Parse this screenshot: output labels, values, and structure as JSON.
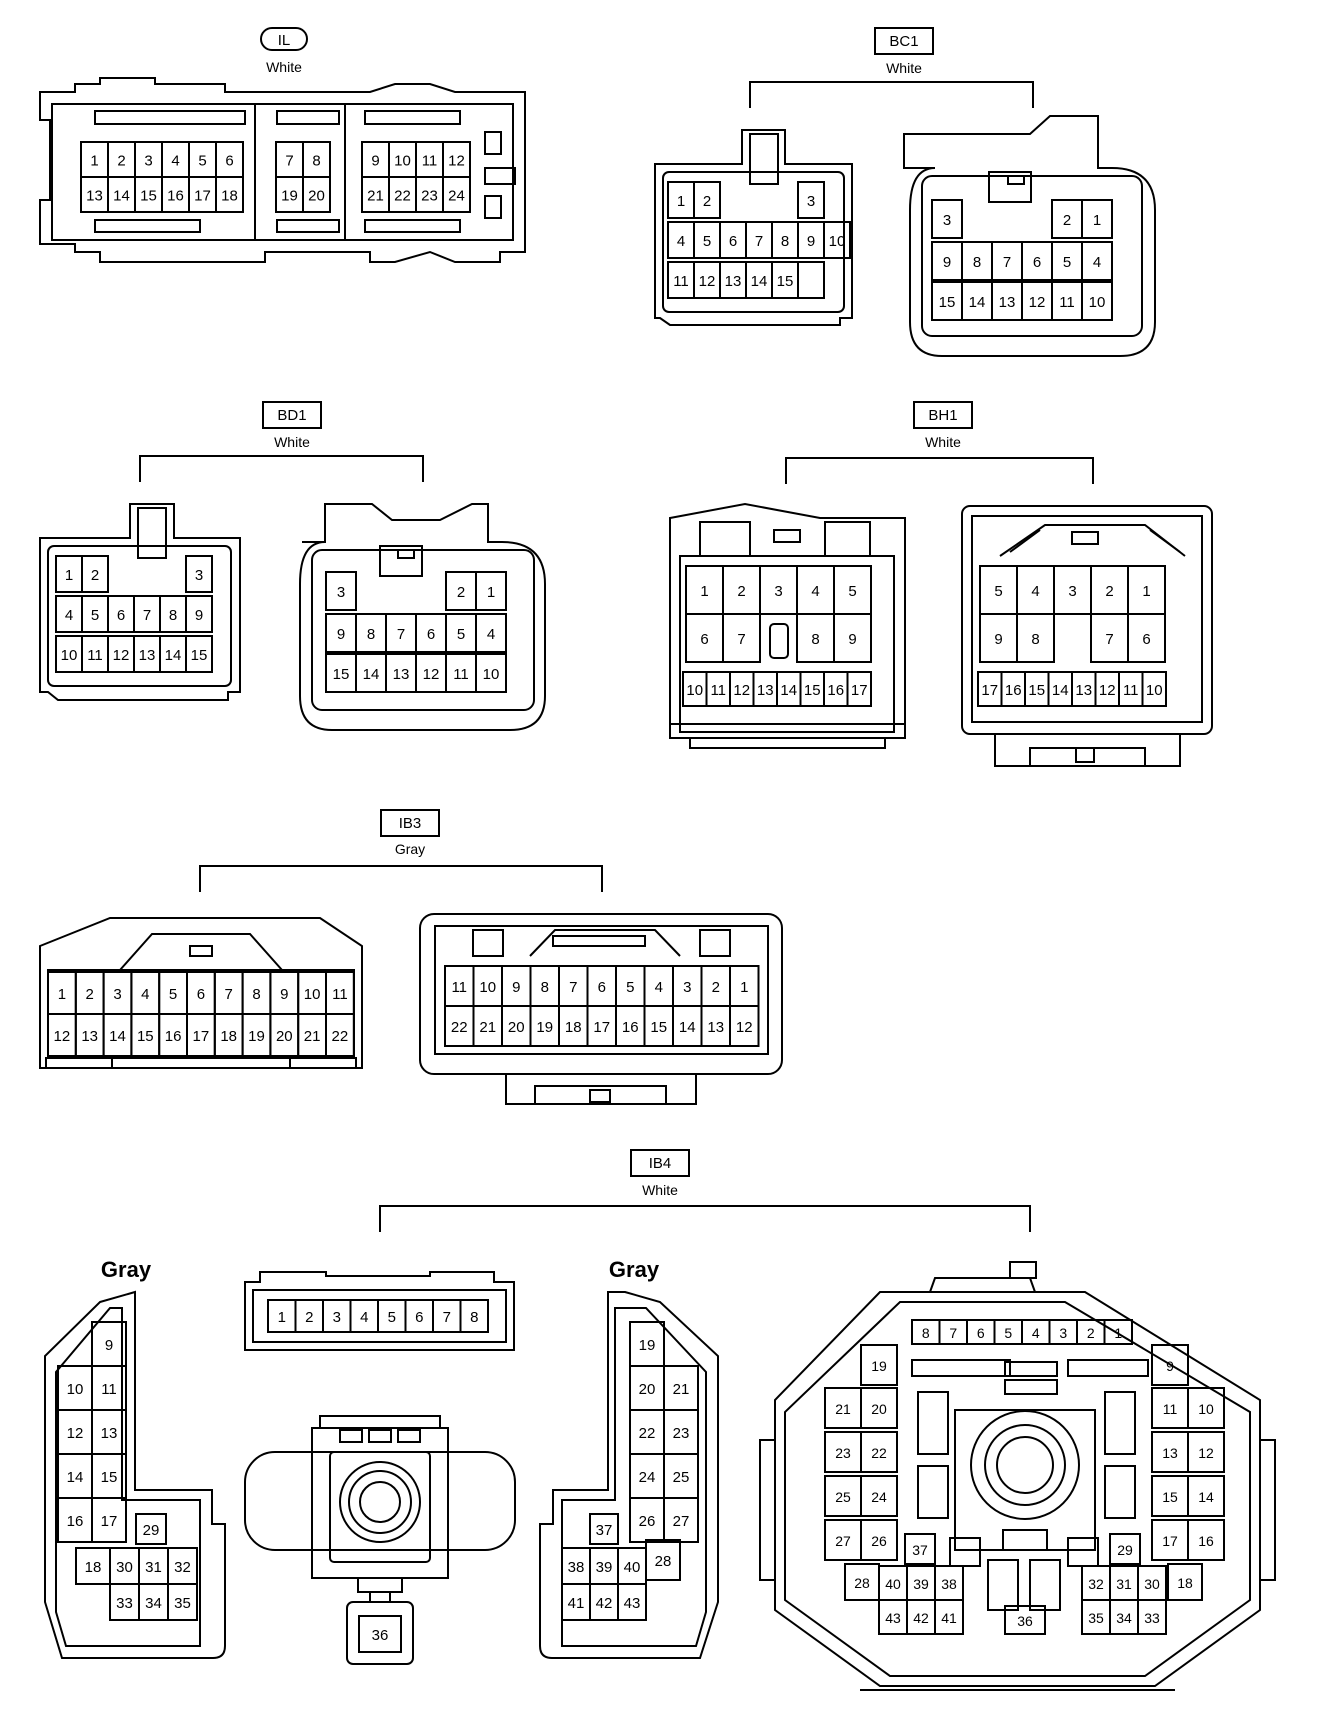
{
  "connectors": {
    "IL": {
      "code": "IL",
      "color": "White",
      "pins": [
        "1",
        "2",
        "3",
        "4",
        "5",
        "6",
        "13",
        "14",
        "15",
        "16",
        "17",
        "18",
        "7",
        "8",
        "19",
        "20",
        "9",
        "10",
        "11",
        "12",
        "21",
        "22",
        "23",
        "24"
      ]
    },
    "BC1": {
      "code": "BC1",
      "color": "White",
      "left_pins": [
        "1",
        "2",
        "3",
        "4",
        "5",
        "6",
        "7",
        "8",
        "9",
        "10",
        "11",
        "12",
        "13",
        "14",
        "15"
      ],
      "right_pins": [
        "3",
        "2",
        "1",
        "9",
        "8",
        "7",
        "6",
        "5",
        "4",
        "15",
        "14",
        "13",
        "12",
        "11",
        "10"
      ]
    },
    "BD1": {
      "code": "BD1",
      "color": "White",
      "left_pins": [
        "1",
        "2",
        "3",
        "4",
        "5",
        "6",
        "7",
        "8",
        "9",
        "10",
        "11",
        "12",
        "13",
        "14",
        "15"
      ],
      "right_pins": [
        "3",
        "2",
        "1",
        "9",
        "8",
        "7",
        "6",
        "5",
        "4",
        "15",
        "14",
        "13",
        "12",
        "11",
        "10"
      ]
    },
    "BH1": {
      "code": "BH1",
      "color": "White",
      "left_pins": [
        "1",
        "2",
        "3",
        "4",
        "5",
        "6",
        "7",
        "8",
        "9",
        "10",
        "11",
        "12",
        "13",
        "14",
        "15",
        "16",
        "17"
      ],
      "right_pins": [
        "5",
        "4",
        "3",
        "2",
        "1",
        "9",
        "8",
        "7",
        "6",
        "17",
        "16",
        "15",
        "14",
        "13",
        "12",
        "11",
        "10"
      ]
    },
    "IB3": {
      "code": "IB3",
      "color": "Gray",
      "left_pins": [
        "1",
        "2",
        "3",
        "4",
        "5",
        "6",
        "7",
        "8",
        "9",
        "10",
        "11",
        "12",
        "13",
        "14",
        "15",
        "16",
        "17",
        "18",
        "19",
        "20",
        "21",
        "22"
      ],
      "right_pins": [
        "11",
        "10",
        "9",
        "8",
        "7",
        "6",
        "5",
        "4",
        "3",
        "2",
        "1",
        "22",
        "21",
        "20",
        "19",
        "18",
        "17",
        "16",
        "15",
        "14",
        "13",
        "12"
      ]
    },
    "IB4": {
      "code": "IB4",
      "color": "White",
      "gray_label": "Gray",
      "left_block": [
        "9",
        "10",
        "11",
        "12",
        "13",
        "14",
        "15",
        "16",
        "17",
        "29",
        "18",
        "30",
        "31",
        "32",
        "33",
        "34",
        "35"
      ],
      "top_strip": [
        "1",
        "2",
        "3",
        "4",
        "5",
        "6",
        "7",
        "8"
      ],
      "center_pin": "36",
      "right_block": [
        "19",
        "20",
        "21",
        "22",
        "23",
        "24",
        "25",
        "26",
        "27",
        "37",
        "38",
        "39",
        "40",
        "28",
        "41",
        "42",
        "43"
      ],
      "round_pins": [
        "8",
        "7",
        "6",
        "5",
        "4",
        "3",
        "2",
        "1",
        "19",
        "21",
        "20",
        "23",
        "22",
        "25",
        "24",
        "27",
        "26",
        "9",
        "11",
        "10",
        "13",
        "12",
        "15",
        "14",
        "17",
        "16",
        "37",
        "28",
        "40",
        "39",
        "38",
        "43",
        "42",
        "41",
        "29",
        "18",
        "32",
        "31",
        "30",
        "35",
        "34",
        "33",
        "36"
      ]
    }
  }
}
